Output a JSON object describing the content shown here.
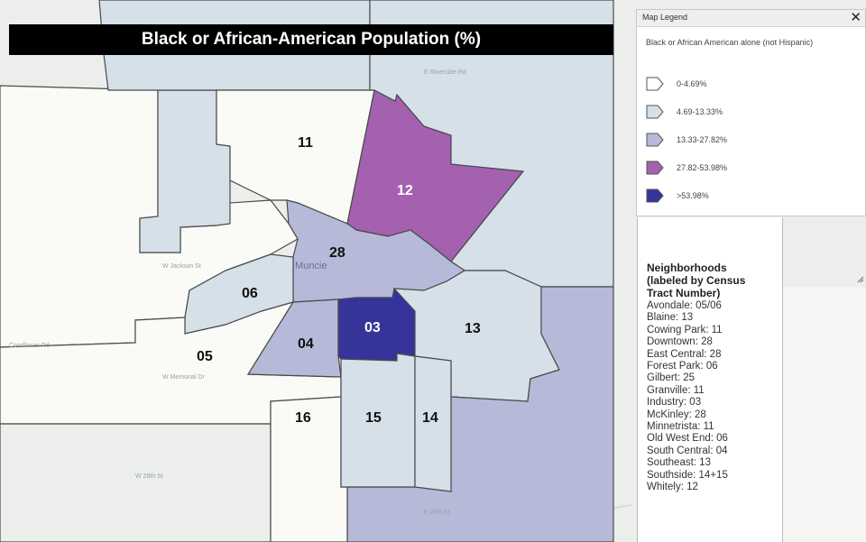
{
  "map": {
    "title": "Black or African-American Population (%)",
    "place_label": "Muncie",
    "tract_labels": [
      "11",
      "12",
      "28",
      "06",
      "03",
      "13",
      "05",
      "04",
      "16",
      "15",
      "14"
    ],
    "colors": {
      "class1": "#fafaf6",
      "class2": "#d5e0e8",
      "class3": "#b7b9d9",
      "class4": "#a461b0",
      "class5": "#35349a",
      "base": "#eceeeb",
      "outline": "#4a4a4a"
    }
  },
  "legend": {
    "header": "Map Legend",
    "close_icon": "close-icon",
    "subtitle": "Black or African American alone (not Hispanic)",
    "items": [
      {
        "label": "0-4.69%",
        "color": "#ffffff"
      },
      {
        "label": "4.69-13.33%",
        "color": "#d5e0e8"
      },
      {
        "label": "13.33-27.82%",
        "color": "#b7b9d9"
      },
      {
        "label": "27.82-53.98%",
        "color": "#a461b0"
      },
      {
        "label": ">53.98%",
        "color": "#35349a"
      }
    ]
  },
  "neighborhoods": {
    "title_lines": [
      "Neighborhoods",
      "(labeled by Census",
      "Tract Number)"
    ],
    "entries": [
      "Avondale: 05/06",
      "Blaine: 13",
      "Cowing Park: 11",
      "Downtown: 28",
      "East Central: 28",
      "Forest Park: 06",
      "Gilbert: 25",
      "Granville: 11",
      "Industry: 03",
      "McKinley: 28",
      "Minnetrista: 11",
      "Old West End: 06",
      "South Central: 04",
      "Southeast: 13",
      "Southside: 14+15",
      "Whitely: 12"
    ]
  }
}
